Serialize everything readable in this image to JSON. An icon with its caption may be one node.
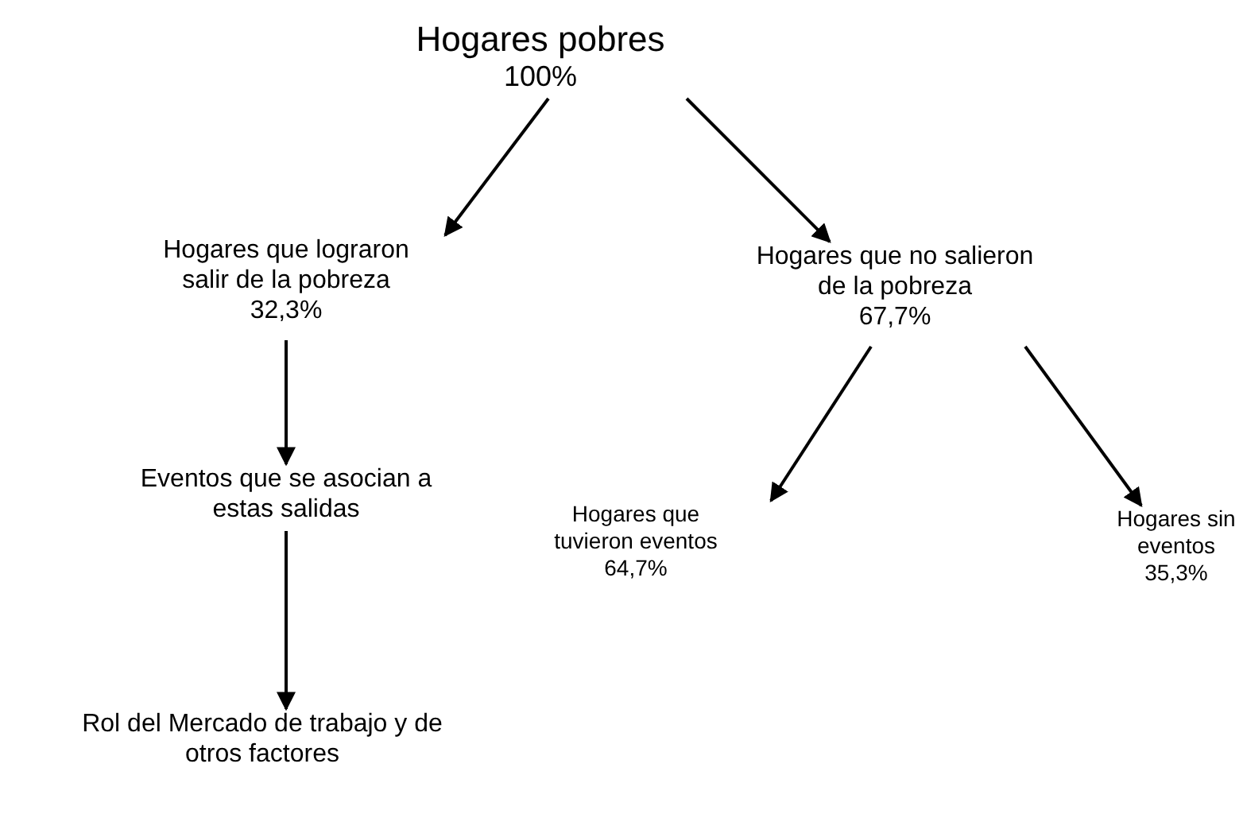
{
  "diagram": {
    "nodes": [
      {
        "text": [
          "Hogares pobres",
          "100%"
        ]
      },
      {
        "text": [
          "Hogares que lograron salir de la pobreza",
          "32,3%"
        ]
      },
      {
        "text": [
          "Hogares que no salieron de la pobreza",
          "67,7%"
        ]
      },
      {
        "text": [
          "Eventos que se asocian a estas salidas"
        ]
      },
      {
        "text": [
          "Rol del Mercado de trabajo y de otros factores"
        ]
      },
      {
        "text": [
          "Hogares que tuvieron eventos",
          "64,7%"
        ]
      },
      {
        "text": [
          "Hogares sin eventos",
          "35,3%"
        ]
      }
    ],
    "edges": [
      {
        "from": 0,
        "to": 1,
        "arrow": "to"
      },
      {
        "from": 0,
        "to": 2,
        "arrow": "to"
      },
      {
        "from": 1,
        "to": 3,
        "arrow": "to"
      },
      {
        "from": 3,
        "to": 4,
        "arrow": "to"
      },
      {
        "from": 2,
        "to": 5,
        "arrow": "to"
      },
      {
        "from": 2,
        "to": 6,
        "arrow": "to"
      }
    ]
  }
}
